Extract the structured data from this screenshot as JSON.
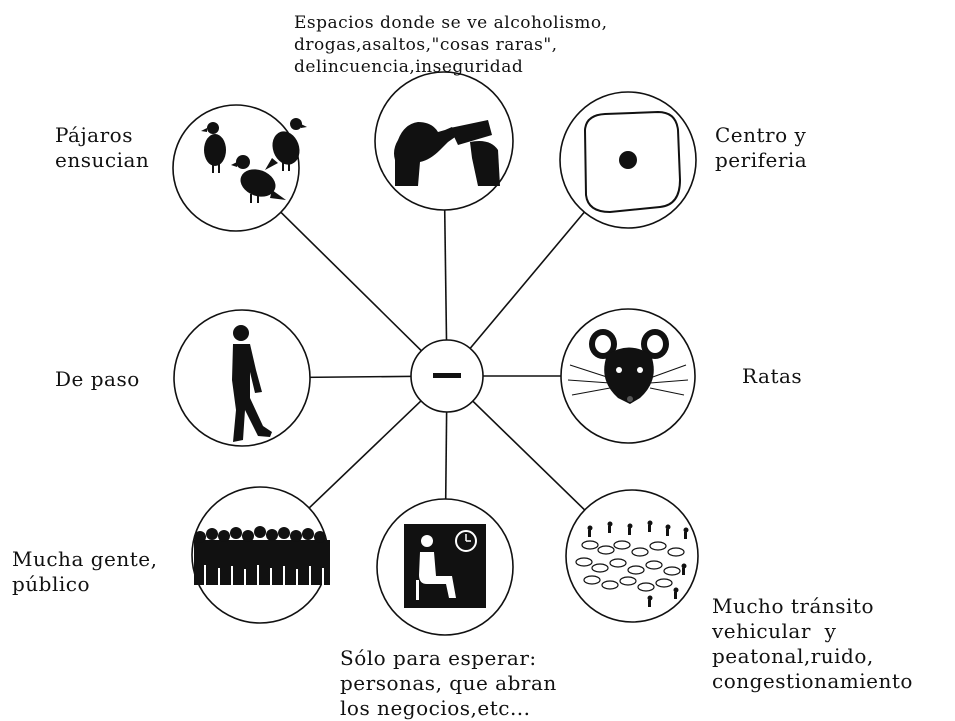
{
  "center": {
    "symbol": "—",
    "meaning": "negative"
  },
  "nodes": [
    {
      "id": "birds",
      "label": "Pájaros\nensucian",
      "icon": "pigeons-icon"
    },
    {
      "id": "vices",
      "label": "Espacios donde se ve alcoholismo,\ndrogas,asaltos,\"cosas raras\",\ndelincuencia,inseguridad",
      "icon": "drinking-person-icon"
    },
    {
      "id": "center-periphery",
      "label": "Centro y\nperiferia",
      "icon": "center-dot-icon"
    },
    {
      "id": "passing",
      "label": "De paso",
      "icon": "walking-person-icon"
    },
    {
      "id": "rats",
      "label": "Ratas",
      "icon": "rat-icon"
    },
    {
      "id": "crowd",
      "label": "Mucha gente,\npúblico",
      "icon": "crowd-icon"
    },
    {
      "id": "waiting",
      "label": "Sólo para esperar:\npersonas, que abran\nlos negocios,etc...",
      "icon": "waiting-room-icon"
    },
    {
      "id": "traffic",
      "label": "Mucho tránsito\nvehicular  y\npeatonal,ruido,\ncongestionamiento",
      "icon": "traffic-icon"
    }
  ],
  "colors": {
    "line": "#111111",
    "fill": "#000000",
    "background": "#ffffff"
  }
}
